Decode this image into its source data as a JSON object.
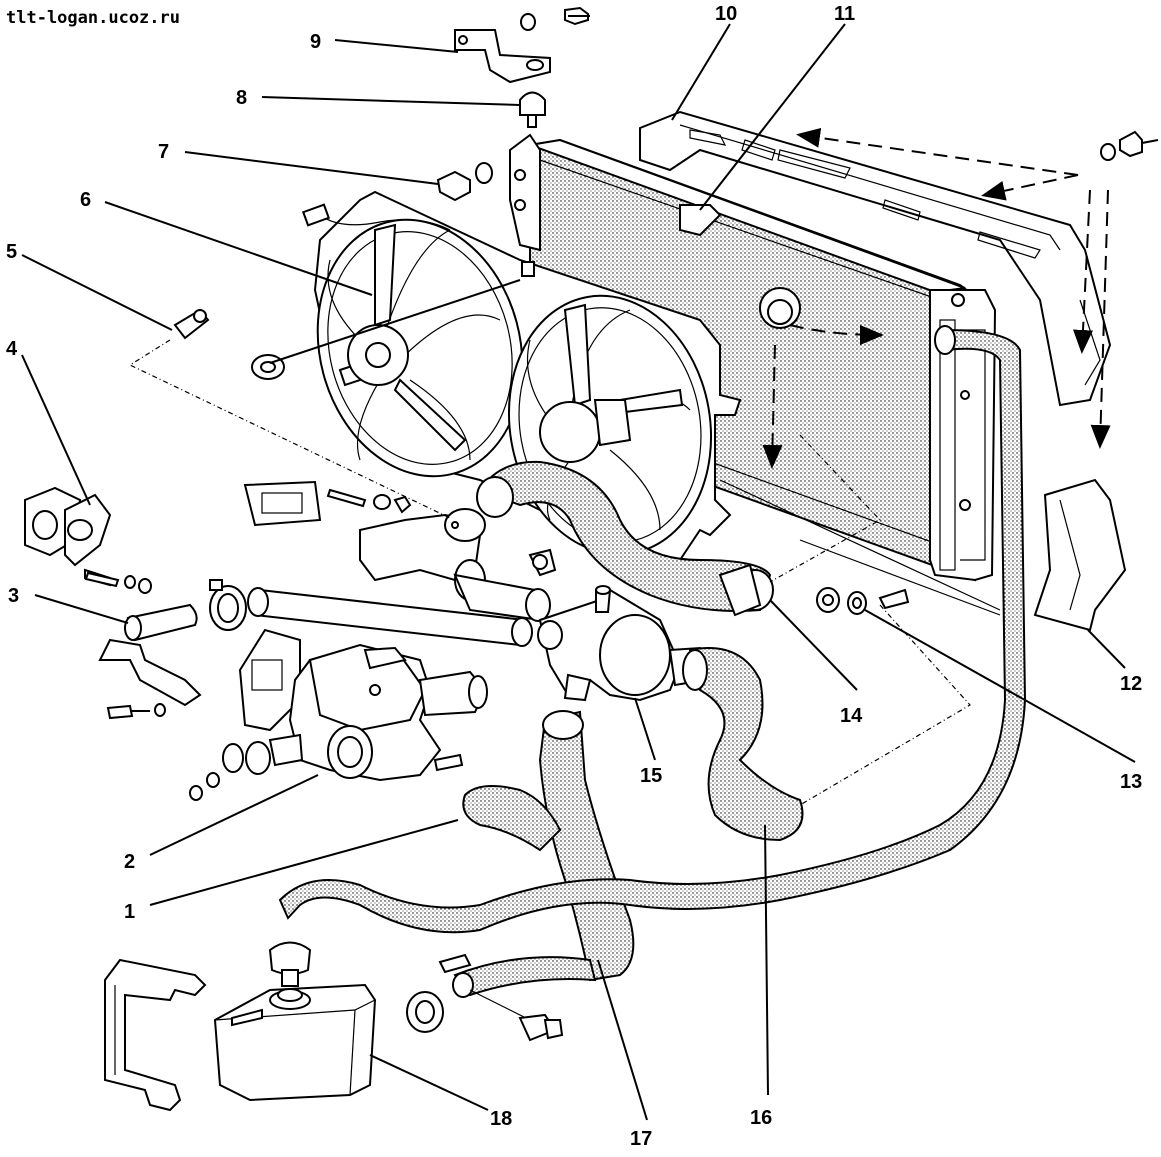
{
  "watermark": "tlt-logan.ucoz.ru",
  "callouts": {
    "c1": "1",
    "c2": "2",
    "c3": "3",
    "c4": "4",
    "c5": "5",
    "c6": "6",
    "c7": "7",
    "c8": "8",
    "c9": "9",
    "c10": "10",
    "c11": "11",
    "c12": "12",
    "c13": "13",
    "c14": "14",
    "c15": "15",
    "c16": "16",
    "c17": "17",
    "c18": "18"
  }
}
